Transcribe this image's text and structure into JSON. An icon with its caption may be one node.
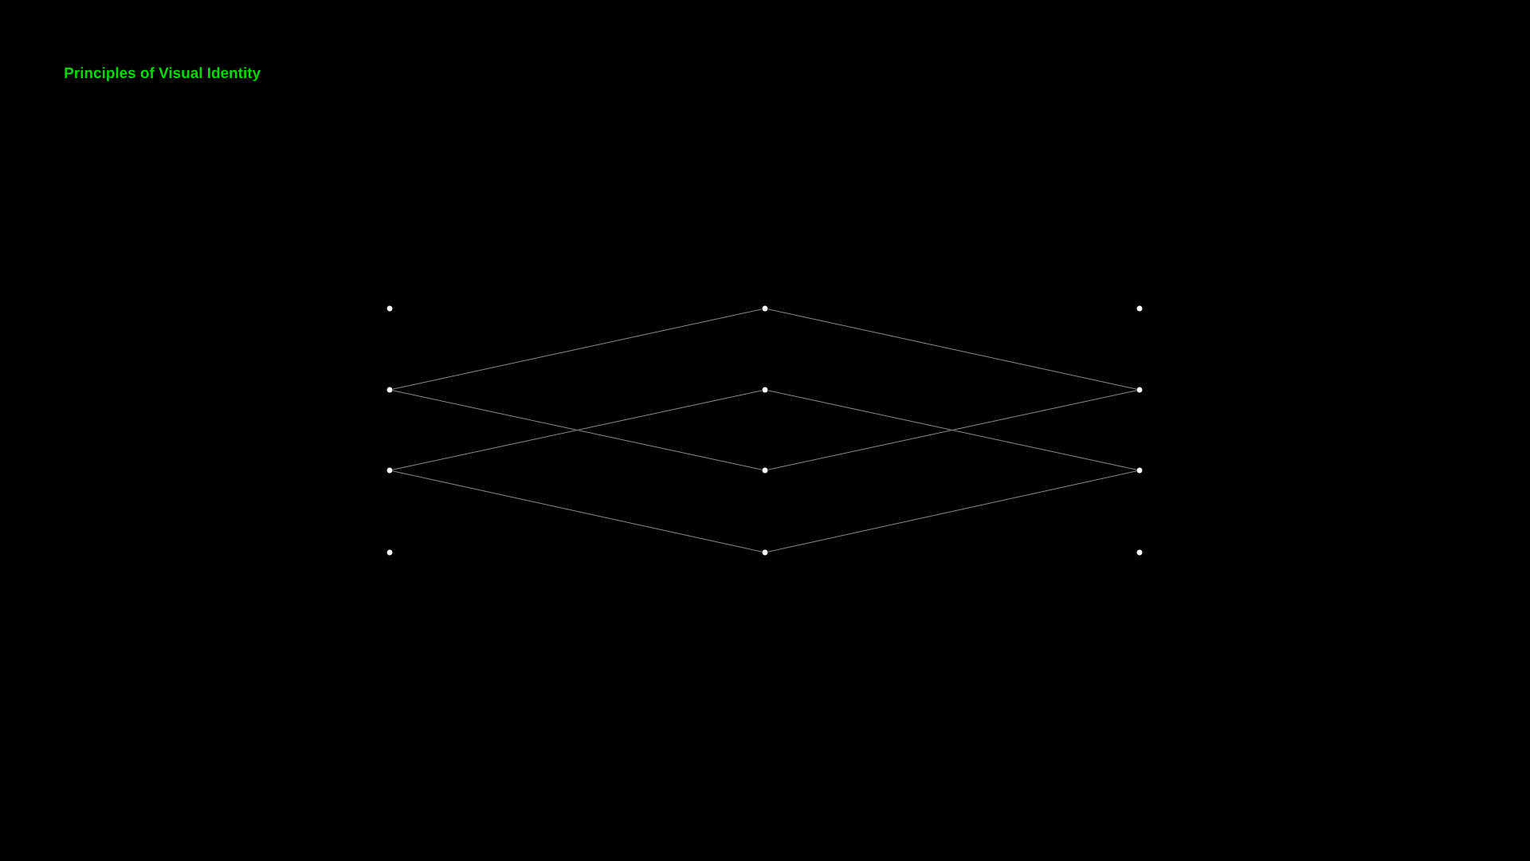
{
  "diagram": {
    "title": "Principles of Visual Identity",
    "nodes": [
      {
        "text": [],
        "shape": "circle"
      },
      {
        "text": [],
        "shape": "circle"
      },
      {
        "text": [],
        "shape": "circle"
      },
      {
        "text": [],
        "shape": "circle"
      },
      {
        "text": [],
        "shape": "circle"
      },
      {
        "text": [],
        "shape": "circle"
      },
      {
        "text": [],
        "shape": "circle"
      },
      {
        "text": [],
        "shape": "circle"
      },
      {
        "text": [],
        "shape": "circle"
      },
      {
        "text": [],
        "shape": "circle"
      },
      {
        "text": [],
        "shape": "circle"
      },
      {
        "text": [],
        "shape": "circle"
      }
    ],
    "edges": [
      {
        "from": 3,
        "to": 1,
        "arrow": "none"
      },
      {
        "from": 1,
        "to": 5,
        "arrow": "none"
      },
      {
        "from": 3,
        "to": 7,
        "arrow": "none"
      },
      {
        "from": 7,
        "to": 5,
        "arrow": "none"
      },
      {
        "from": 6,
        "to": 4,
        "arrow": "none"
      },
      {
        "from": 4,
        "to": 8,
        "arrow": "none"
      },
      {
        "from": 6,
        "to": 10,
        "arrow": "none"
      },
      {
        "from": 10,
        "to": 8,
        "arrow": "none"
      }
    ]
  }
}
